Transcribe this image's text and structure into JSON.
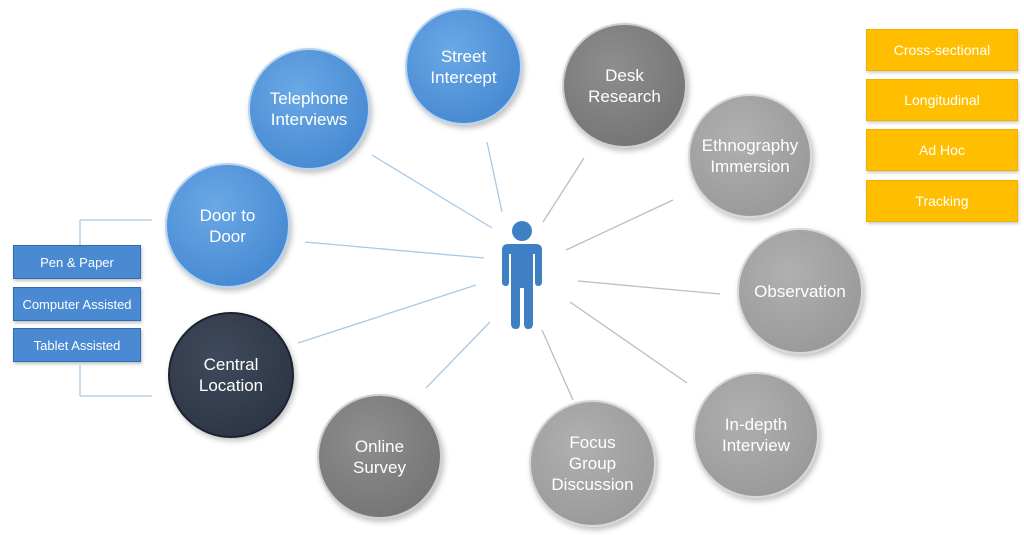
{
  "methods": {
    "street_intercept": "Street\nIntercept",
    "telephone_interviews": "Telephone\nInterviews",
    "door_to_door": "Door to\nDoor",
    "central_location": "Central\nLocation",
    "online_survey": "Online\nSurvey",
    "focus_group": "Focus\nGroup\nDiscussion",
    "indepth_interview": "In-depth\nInterview",
    "observation": "Observation",
    "ethnography": "Ethnography\nImmersion",
    "desk_research": "Desk\nResearch"
  },
  "study_types": [
    "Cross-sectional",
    "Longitudinal",
    "Ad Hoc",
    "Tracking"
  ],
  "collection_modes": [
    "Pen & Paper",
    "Computer Assisted",
    "Tablet Assisted"
  ],
  "center_icon": "person-icon",
  "colors": {
    "primary_blue": "#4a8ad2",
    "navy": "#2d3544",
    "gray_dark": "#7a7a7a",
    "gray_light": "#a0a0a0",
    "amber": "#ffbf00",
    "connector": "#a8c8e8"
  }
}
